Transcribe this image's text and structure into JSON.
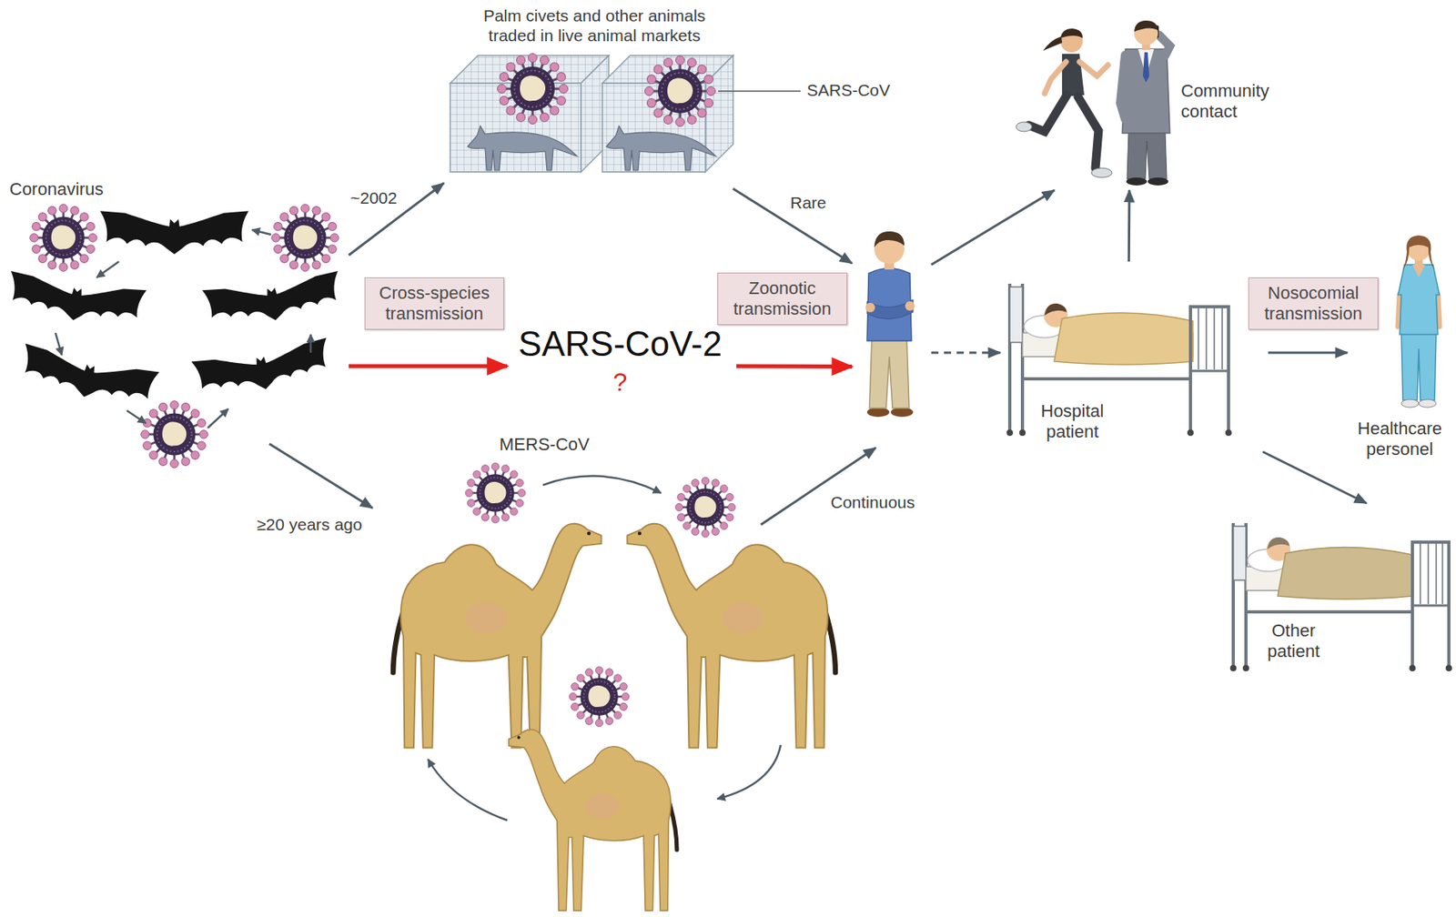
{
  "diagram": {
    "nodes": [
      {
        "text": [
          "Coronavirus"
        ]
      },
      {
        "text": [
          "Palm civets and other animals traded in live animal markets",
          "SARS-CoV"
        ]
      },
      {
        "text": [
          "SARS-CoV-2",
          "?"
        ]
      },
      {
        "text": [
          "MERS-CoV"
        ]
      },
      {
        "text": []
      },
      {
        "text": [
          "Community contact"
        ]
      },
      {
        "text": [
          "Hospital patient"
        ]
      },
      {
        "text": [
          "Healthcare personel"
        ]
      },
      {
        "text": [
          "Other patient"
        ]
      }
    ],
    "edges": [
      {
        "from": 0,
        "to": 1,
        "arrow": "to",
        "label": "~2002"
      },
      {
        "from": 1,
        "to": 4,
        "arrow": "to",
        "label": "Rare"
      },
      {
        "from": 0,
        "to": 2,
        "arrow": "to",
        "label": "Cross-species transmission"
      },
      {
        "from": 2,
        "to": 4,
        "arrow": "to",
        "label": "Zoonotic transmission"
      },
      {
        "from": 0,
        "to": 3,
        "arrow": "to",
        "label": "≥20 years ago"
      },
      {
        "from": 3,
        "to": 4,
        "arrow": "to",
        "label": "Continuous"
      },
      {
        "from": 4,
        "to": 5,
        "arrow": "to"
      },
      {
        "from": 4,
        "to": 6,
        "arrow": "to"
      },
      {
        "from": 6,
        "to": 5,
        "arrow": "to"
      },
      {
        "from": 6,
        "to": 7,
        "arrow": "to",
        "label": "Nosocomial transmission"
      },
      {
        "from": 6,
        "to": 8,
        "arrow": "to"
      }
    ]
  }
}
